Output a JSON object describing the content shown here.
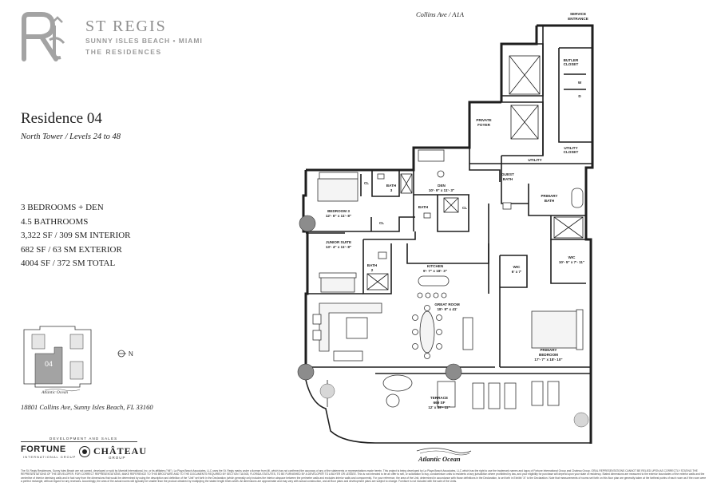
{
  "brand": {
    "name": "ST REGIS",
    "location": "SUNNY ISLES BEACH • MIAMI",
    "residences": "THE RESIDENCES"
  },
  "residence": {
    "title": "Residence 04",
    "subtitle": "North Tower / Levels 24 to 48"
  },
  "stats": [
    "3 BEDROOMS + DEN",
    "4.5 BATHROOMS",
    "3,322 SF / 309 SM INTERIOR",
    "682 SF / 63 SM EXTERIOR",
    "4004 SF / 372 SM TOTAL"
  ],
  "keyplan": {
    "unit": "04",
    "north": "N",
    "ocean": "Atlantic Ocean"
  },
  "address": "18801 Collins Ave, Sunny Isles Beach, FL 33160",
  "street": "Collins Ave / A1A",
  "ocean": "Atlantic Ocean",
  "rooms": {
    "service_entrance": [
      "SERVICE",
      "ENTRANCE"
    ],
    "butler_closet": [
      "BUTLER",
      "CLOSET"
    ],
    "w": "W",
    "d": "D",
    "private_foyer": [
      "PRIVATE",
      "FOYER"
    ],
    "utility": "UTILITY",
    "utility_closet": [
      "UTILITY",
      "CLOSET"
    ],
    "guest_bath": [
      "GUEST",
      "BATH"
    ],
    "den": [
      "DEN",
      "10'- 9\" x 11'- 3\""
    ],
    "bath_3": [
      "BATH",
      "3"
    ],
    "cl_1": "CL",
    "cl_2": "CL",
    "cl_3": "CL",
    "bath_1": "BATH",
    "bedroom_3": [
      "BEDROOM 3",
      "12'- 6\" x 11'- 8\""
    ],
    "junior_suite": [
      "JUNIOR SUITE",
      "13'- 4\" x 11'- 8\""
    ],
    "bath_2": [
      "BATH",
      "2"
    ],
    "kitchen": [
      "KITCHEN",
      "9'- 7\" x 18'- 3\""
    ],
    "great_room": [
      "GREAT ROOM",
      "18'- 9\" x 41'"
    ],
    "primary_bath": [
      "PRIMARY",
      "BATH"
    ],
    "wic_1": [
      "WIC",
      "6' x 7'"
    ],
    "wic_2": [
      "WIC",
      "10'- 5\" x 7'- 11\""
    ],
    "primary_bedroom": [
      "PRIMARY",
      "BEDROOM",
      "17'- 7\" x 18'- 10\""
    ],
    "terrace": [
      "TERRACE",
      "669 SF",
      "12' x 59'- 11\""
    ]
  },
  "developer": {
    "label": "DEVELOPMENT AND SALES",
    "fortune": "FORTUNE",
    "fortune_sub": "INTERNATIONAL GROUP",
    "chateau": "CHÂTEAU",
    "chateau_sub": "GROUP"
  },
  "disclaimer": "The St. Regis Residences, Sunny Isles Beach are not owned, developed or sold by Marriott International, Inc. or its affiliates (\"MI\"). La Playa Beach Associates, LLC uses the St. Regis marks under a license from MI, which has not confirmed the accuracy of any of the statements or representations made herein. This project is being developed by La Playa Beach Associates, LLC which has the right to use the trademark names and logos of Fortune International Group and Chateau Group. ORAL REPRESENTATIONS CANNOT BE RELIED UPON AS CORRECTLY STATING THE REPRESENTATIONS OF THE DEVELOPER. FOR CORRECT REPRESENTATIONS, MAKE REFERENCE TO THIS BROCHURE AND TO THE DOCUMENTS REQUIRED BY SECTION 718.503, FLORIDA STATUTES, TO BE FURNISHED BY A DEVELOPER TO A BUYER OR LESSEE. This is not intended to be an offer to sell, or solicitation to buy, condominium units to residents of any jurisdiction where prohibited by law, and your eligibility for purchase will depend upon your state of residency. Stated dimensions are measured to the exterior boundaries of the exterior walls and the centerline of interior demising walls and in fact vary from the dimensions that would be determined by using the description and definition of the \"Unit\" set forth in the Declaration (which generally only includes the interior airspace between the perimeter walls and excludes interior walls and components). For your reference, the area of the Unit, determined in accordance with those definitions in the Declaration, is set forth in Exhibit \"A\" to the Declaration. Note that measurements of rooms set forth on this floor plan are generally taken at the farthest points of each room as if the room were a perfect rectangle, without regard for any recesses. Accordingly, the area of the actual rooms will typically be smaller than the product obtained by multiplying the stated length times width. All dimensions are approximate and may vary with actual construction, and all floor plans and development plans are subject to change. Furniture is not included with the sale of the Units."
}
